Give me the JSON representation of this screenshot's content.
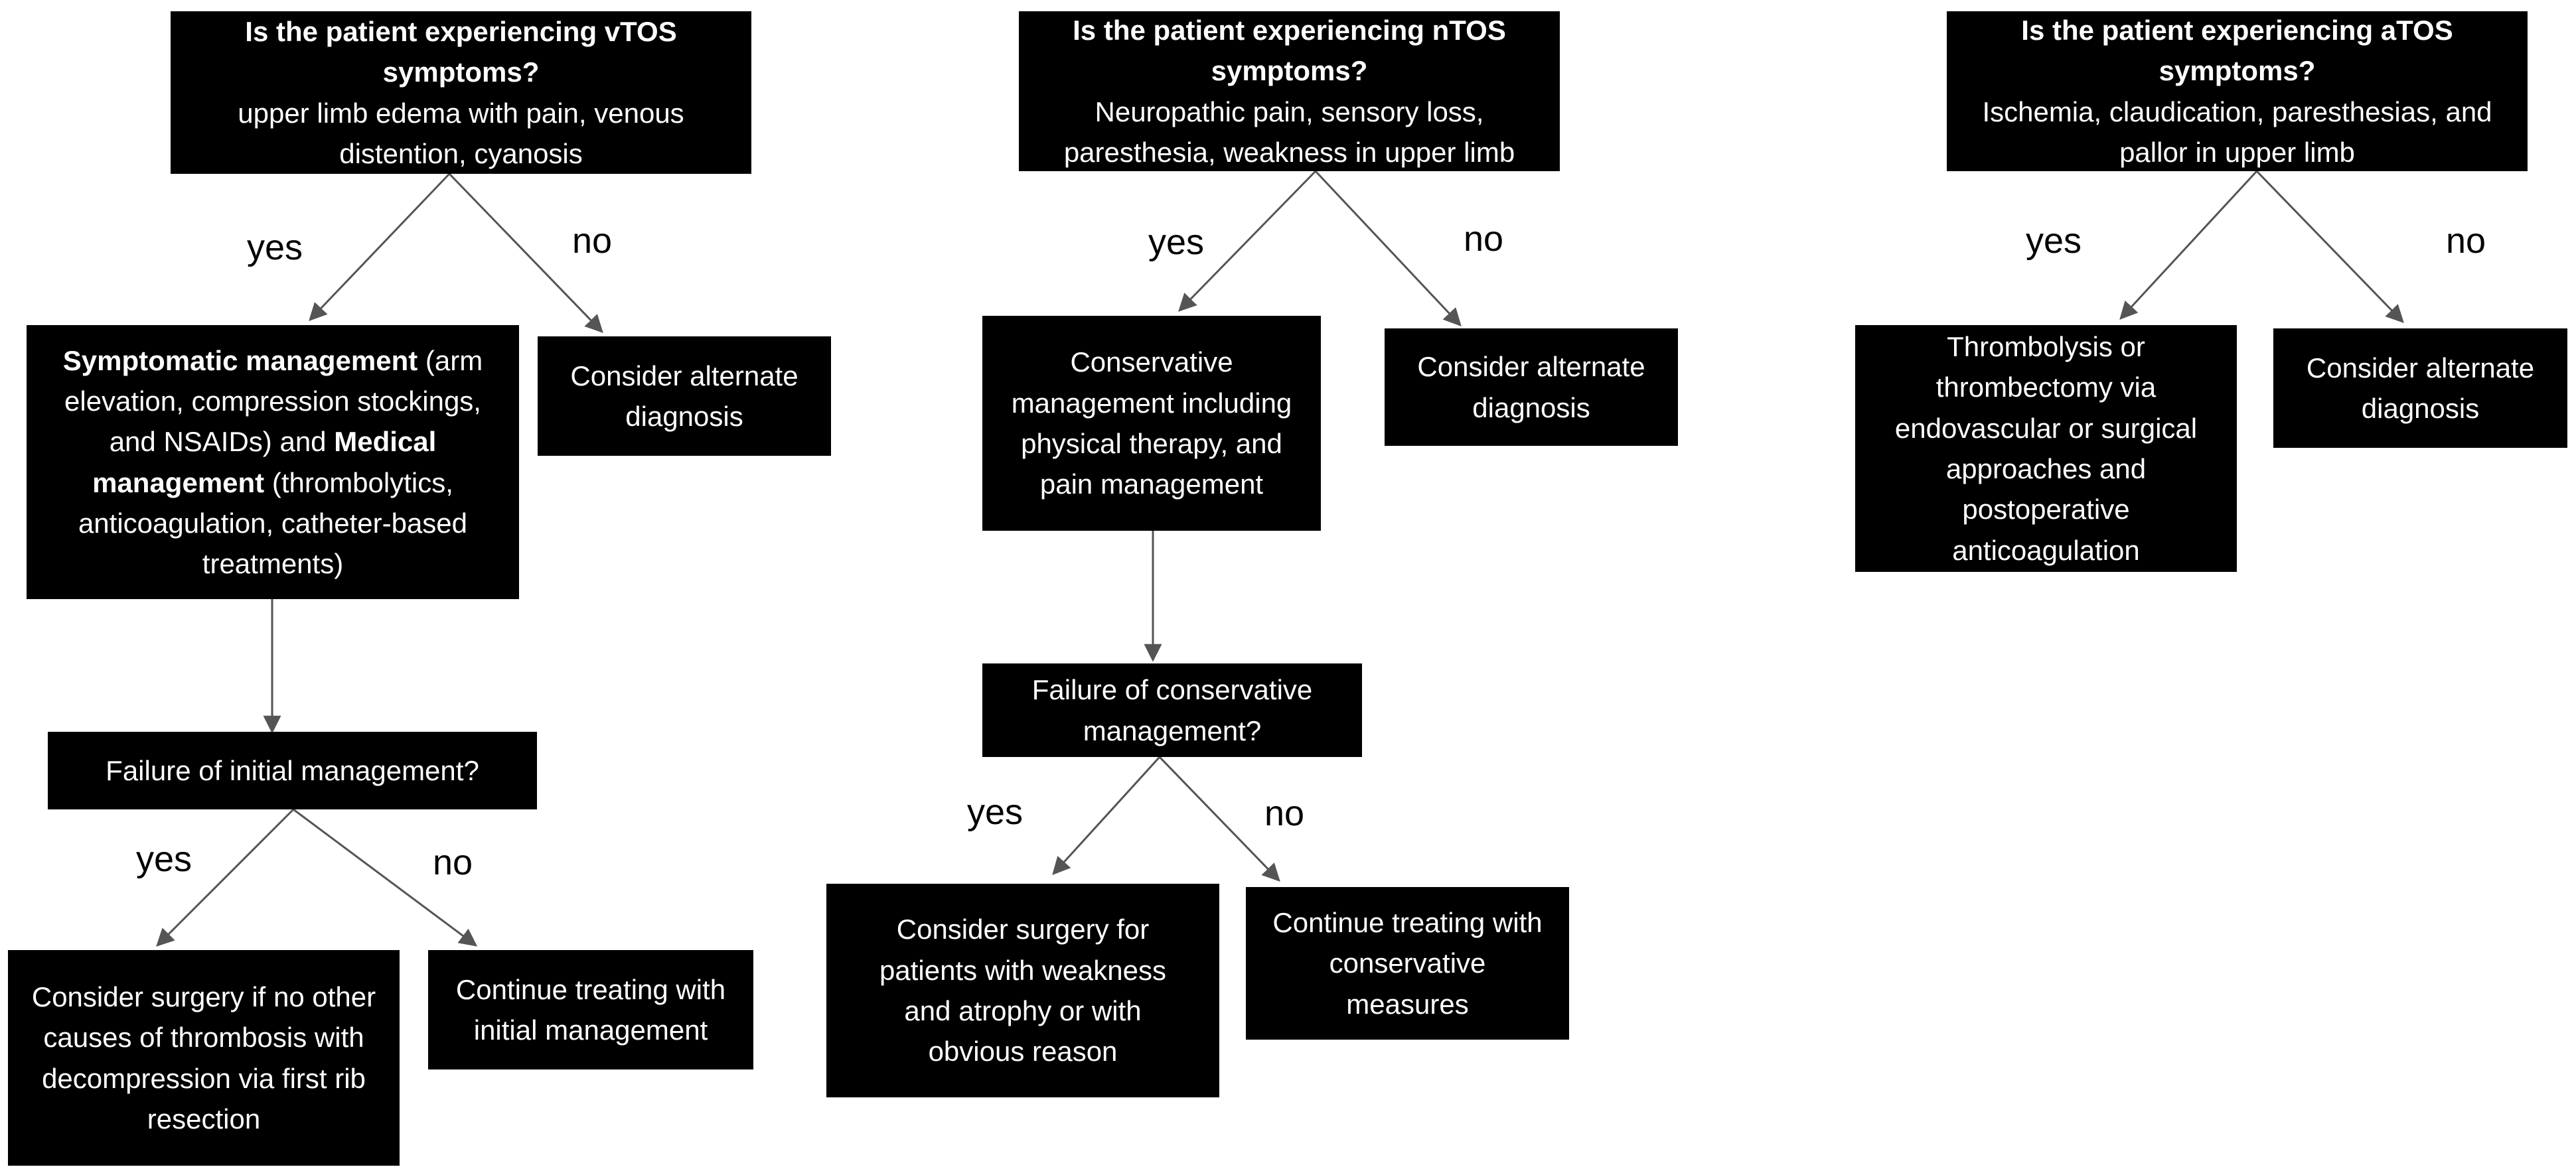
{
  "columns": {
    "vtos": {
      "question_title": "Is the patient experiencing vTOS symptoms?",
      "question_detail": "upper limb edema with pain, venous distention, cyanosis",
      "yes_label": "yes",
      "no_label": "no",
      "mgmt_sym_bold": "Symptomatic management",
      "mgmt_sym_rest": " (arm elevation, compression stockings, and NSAIDs) and ",
      "mgmt_med_bold": "Medical management",
      "mgmt_med_rest": " (thrombolytics, anticoagulation, catheter-based treatments)",
      "alternate": "Consider alternate diagnosis",
      "failure": "Failure of initial management?",
      "yes2_label": "yes",
      "no2_label": "no",
      "surgery": "Consider surgery if no other causes of thrombosis with decompression via first rib resection",
      "continue": "Continue treating with initial management"
    },
    "ntos": {
      "question_title": "Is the patient experiencing nTOS symptoms?",
      "question_detail": "Neuropathic pain, sensory loss, paresthesia, weakness in upper limb",
      "yes_label": "yes",
      "no_label": "no",
      "conservative": "Conservative management including physical therapy, and pain management",
      "alternate": "Consider alternate diagnosis",
      "failure": "Failure of conservative management?",
      "yes2_label": "yes",
      "no2_label": "no",
      "surgery": "Consider surgery for patients with weakness and atrophy or with obvious reason",
      "continue": "Continue treating with conservative measures"
    },
    "atos": {
      "question_title": "Is the patient experiencing aTOS symptoms?",
      "question_detail": "Ischemia, claudication, paresthesias, and pallor in upper limb",
      "yes_label": "yes",
      "no_label": "no",
      "thrombolysis": "Thrombolysis or thrombectomy via endovascular or surgical approaches and postoperative anticoagulation",
      "alternate": "Consider alternate diagnosis"
    }
  },
  "colors": {
    "box_bg": "#000000",
    "box_text": "#ffffff",
    "arrow": "#555555"
  }
}
